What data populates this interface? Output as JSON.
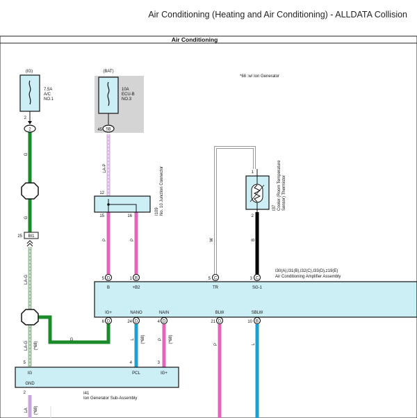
{
  "header": {
    "title": "Air Conditioning (Heating and Air Conditioning) - ALLDATA Collision"
  },
  "diagram": {
    "title": "Air Conditioning",
    "note": "*68 :w/ Ion Generator",
    "fuse_ig": {
      "source": "(IG)",
      "rating": "7.5A",
      "name1": "A/C",
      "name2": "NO.1",
      "pin": "2",
      "connector": "2"
    },
    "fuse_bat": {
      "source": "(BAT)",
      "rating": "10A",
      "name1": "ECU-B",
      "name2": "NO.3",
      "pin": "45",
      "connector": "5B"
    },
    "wires": {
      "g1": "G",
      "g2": "G",
      "g3": "G",
      "lap": "LA-P",
      "p1": "P",
      "p2": "P",
      "w": "W",
      "b": "B",
      "lag1": "LA-G",
      "lag2": "LA-G",
      "lag2_opt": "(*68)",
      "l1": "L",
      "l1_opt": "(*68)",
      "p3": "P",
      "p3_opt": "(*68)",
      "p4": "P",
      "l2": "L",
      "la": "LA",
      "la_opt": "(*68)"
    },
    "junction": {
      "id": "I109",
      "name": "No. 10 Junction Connector",
      "pin_in": "12",
      "pin_out1": "15",
      "pin_out2": "16"
    },
    "splice": {
      "pin": "25",
      "id": "BI1"
    },
    "thermistor": {
      "id": "I37",
      "name1": "Cooler (Room Temperature",
      "name2": "Sensor) Thermistor",
      "pin1": "1",
      "pin2": "2"
    },
    "amplifier": {
      "id": "I30(A),I31(B),I32(C),I33(D),z19(E)",
      "name": "Air Conditioning Amplifier Assembly",
      "top_pins": [
        {
          "num": "5",
          "conn": "D",
          "label": "B"
        },
        {
          "num": "1",
          "conn": "B",
          "label": "+B2"
        },
        {
          "num": "5",
          "conn": "C",
          "label": "TR"
        },
        {
          "num": "3",
          "conn": "C",
          "label": "SG-1"
        }
      ],
      "bottom_pins": [
        {
          "num": "6",
          "conn": "D",
          "label": "IG+"
        },
        {
          "num": "24",
          "conn": "D",
          "label": "NANO"
        },
        {
          "num": "4",
          "conn": "D",
          "label": "NAIN"
        },
        {
          "num": "21",
          "conn": "D",
          "label": "BLW"
        },
        {
          "num": "10",
          "conn": "B",
          "label": "SBLW"
        }
      ]
    },
    "ion_gen": {
      "id": "I41",
      "name": "Ion Generator Sub-Assembly",
      "pin_ig": "5",
      "pin_gnd": "2",
      "pin_pcl": "4",
      "pin_igp": "3",
      "label_ig": "IG",
      "label_gnd": "GND",
      "label_pcl": "PCL",
      "label_igp": "IG+"
    },
    "colors": {
      "green": "#1a8a2a",
      "pink": "#e066b8",
      "blue": "#1e9fcf",
      "lightblue": "#cceef5",
      "lavender": "#c7a6d8",
      "gray": "#d4d4d4"
    }
  }
}
